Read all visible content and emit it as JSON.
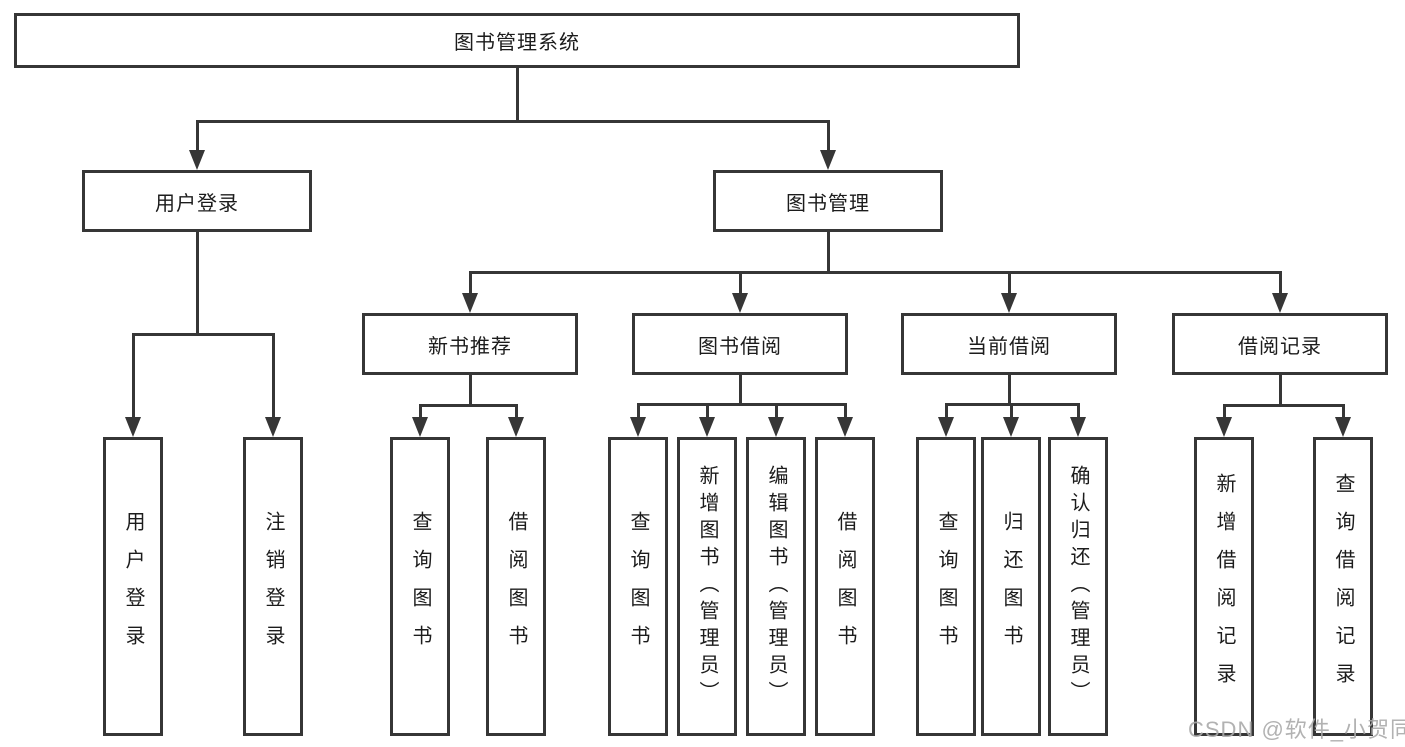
{
  "title": "图书管理系统",
  "level2": {
    "user_login": "用户登录",
    "book_management": "图书管理"
  },
  "level3": {
    "new_book_recommend": "新书推荐",
    "book_borrow": "图书借阅",
    "current_borrow": "当前借阅",
    "borrow_record": "借阅记录"
  },
  "leaves": {
    "user_login": [
      "用户登录",
      "注销登录"
    ],
    "new_book_recommend": [
      "查询图书",
      "借阅图书"
    ],
    "book_borrow": [
      "查询图书",
      "新增图书（管理员）",
      "编辑图书（管理员）",
      "借阅图书"
    ],
    "current_borrow": [
      "查询图书",
      "归还图书",
      "确认归还（管理员）"
    ],
    "borrow_record": [
      "新增借阅记录",
      "查询借阅记录"
    ]
  },
  "watermark": "CSDN @软件_小贺同学",
  "colors": {
    "line": "#363636",
    "text": "#1c1c1c",
    "watermark": "#aaaaaa",
    "background": "#ffffff"
  }
}
